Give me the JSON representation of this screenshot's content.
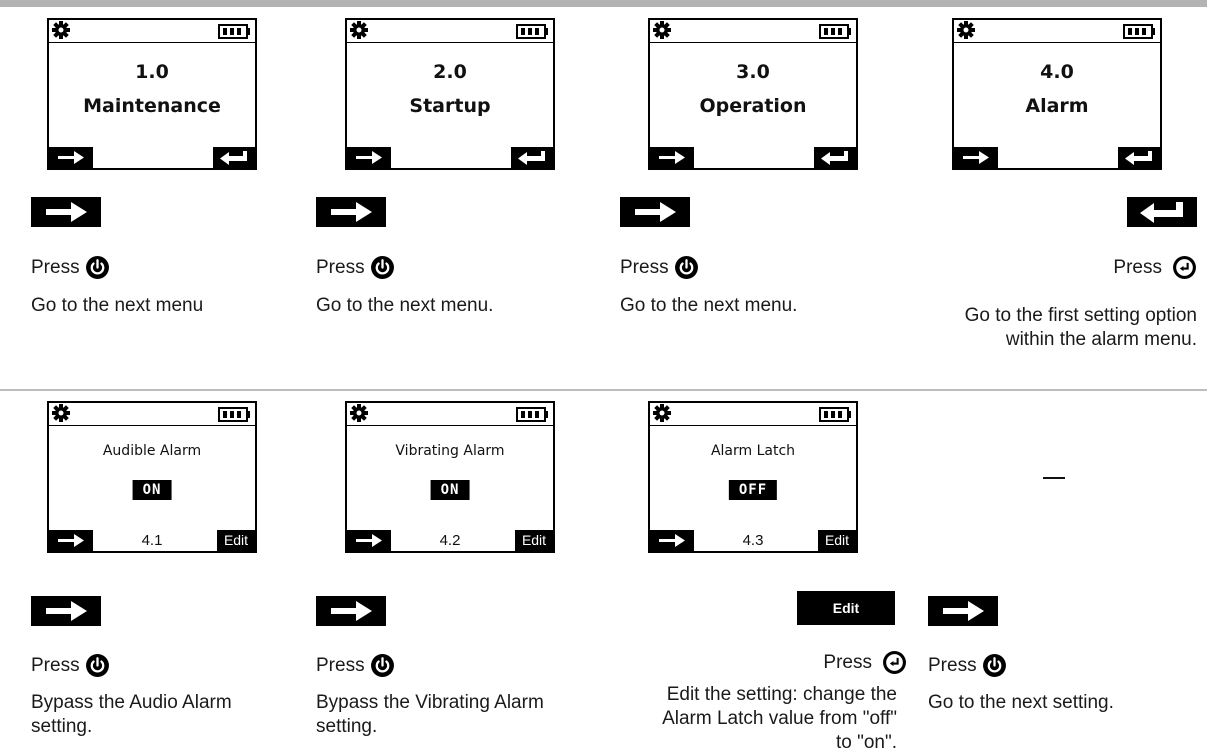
{
  "row1": [
    {
      "menu_number": "1.0",
      "menu_name": "Maintenance",
      "key": "next",
      "press": "Press",
      "button_icon": "power-button-icon",
      "desc_lines": [
        "Go to the next menu"
      ]
    },
    {
      "menu_number": "2.0",
      "menu_name": "Startup",
      "key": "next",
      "press": "Press",
      "button_icon": "power-button-icon",
      "desc_lines": [
        "Go to the next menu."
      ]
    },
    {
      "menu_number": "3.0",
      "menu_name": "Operation",
      "key": "next",
      "press": "Press",
      "button_icon": "power-button-icon",
      "desc_lines": [
        "Go to the next menu."
      ]
    },
    {
      "menu_number": "4.0",
      "menu_name": "Alarm",
      "key": "enter",
      "press": "Press",
      "button_icon": "enter-button-icon",
      "desc_lines": [
        "Go to the first setting option",
        "within the alarm menu."
      ]
    }
  ],
  "row2": [
    {
      "setting_name": "Audible Alarm",
      "setting_value": "ON",
      "step": "4.1",
      "softkey_right": "Edit",
      "key": "next",
      "press": "Press",
      "button_icon": "power-button-icon",
      "desc_lines": [
        "Bypass the Audio Alarm",
        "setting."
      ]
    },
    {
      "setting_name": "Vibrating Alarm",
      "setting_value": "ON",
      "step": "4.2",
      "softkey_right": "Edit",
      "key": "next",
      "press": "Press",
      "button_icon": "power-button-icon",
      "desc_lines": [
        "Bypass the Vibrating Alarm",
        "setting."
      ]
    },
    {
      "setting_name": "Alarm Latch",
      "setting_value": "OFF",
      "step": "4.3",
      "softkey_right": "Edit",
      "key": "edit",
      "key_label": "Edit",
      "press": "Press",
      "button_icon": "enter-button-icon",
      "desc_lines": [
        "Edit the setting: change the",
        "Alarm Latch value from \"off\"",
        "to \"on\"."
      ]
    },
    {
      "placeholder": "—",
      "key": "next",
      "press": "Press",
      "button_icon": "power-button-icon",
      "desc_lines": [
        "Go to the next setting."
      ]
    }
  ],
  "colors": {
    "ink": "#000000",
    "text": "#1a1a1a",
    "rule": "#b3b3b3"
  }
}
